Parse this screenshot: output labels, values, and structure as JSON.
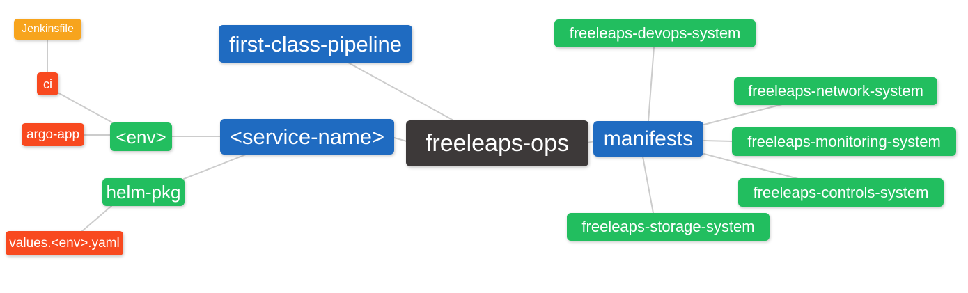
{
  "colors": {
    "blue": "#1f6bc1",
    "green": "#22be5f",
    "red": "#f8491f",
    "orange": "#f7a41d",
    "dark": "#3d3939",
    "edge": "#cccccc",
    "bg": "#ffffff",
    "text": "#ffffff"
  },
  "nodes": {
    "jenkinsfile": "Jenkinsfile",
    "ci": "ci",
    "argo_app": "argo-app",
    "env": "<env>",
    "helm_pkg": "helm-pkg",
    "values_env_yaml": "values.<env>.yaml",
    "first_class_pipeline": "first-class-pipeline",
    "service_name": "<service-name>",
    "center": "freeleaps-ops",
    "manifests": "manifests",
    "devops_system": "freeleaps-devops-system",
    "network_system": "freeleaps-network-system",
    "monitoring_system": "freeleaps-monitoring-system",
    "controls_system": "freeleaps-controls-system",
    "storage_system": "freeleaps-storage-system"
  },
  "edges": [
    [
      "jenkinsfile",
      "ci"
    ],
    [
      "ci",
      "env"
    ],
    [
      "argo_app",
      "env"
    ],
    [
      "env",
      "service_name"
    ],
    [
      "service_name",
      "helm_pkg"
    ],
    [
      "helm_pkg",
      "values_env_yaml"
    ],
    [
      "first_class_pipeline",
      "center"
    ],
    [
      "service_name",
      "center"
    ],
    [
      "center",
      "manifests"
    ],
    [
      "devops_system",
      "manifests"
    ],
    [
      "manifests",
      "network_system"
    ],
    [
      "manifests",
      "monitoring_system"
    ],
    [
      "manifests",
      "controls_system"
    ],
    [
      "manifests",
      "storage_system"
    ]
  ]
}
